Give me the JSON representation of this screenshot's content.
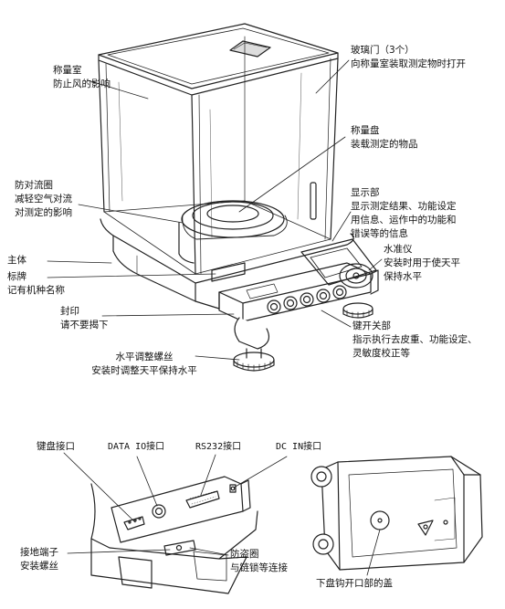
{
  "top_labels": {
    "weighing_chamber": [
      "称量室",
      "防止风的影响"
    ],
    "glass_door": [
      "玻璃门（3个）",
      "向称量室装取测定物时打开"
    ],
    "weighing_pan": [
      "称量盘",
      "装载测定的物品"
    ],
    "draft_ring": [
      "防对流圈",
      "减轻空气对流",
      "对测定的影响"
    ],
    "display": [
      "显示部",
      "显示测定结果、功能设定",
      "用信息、运作中的功能和",
      "错误等的信息"
    ],
    "main_body": [
      "主体"
    ],
    "level": [
      "水准仪",
      "安装时用于使天平",
      "保持水平"
    ],
    "nameplate": [
      "标牌",
      "记有机种名称"
    ],
    "seal": [
      "封印",
      "请不要揭下"
    ],
    "key_switch": [
      "键开关部",
      "指示执行去皮重、功能设定、",
      "灵敏度校正等"
    ],
    "leveling_screw": [
      "水平调整螺丝",
      "安装时调整天平保持水平"
    ]
  },
  "bottom_labels": {
    "keyboard_port": "键盘接口",
    "data_io": "DATA IO接口",
    "rs232": "RS232接口",
    "dc_in": "DC IN接口",
    "ground": [
      "接地端子",
      "安装螺丝"
    ],
    "antitheft": [
      "防盗圈",
      "与链锁等连接"
    ],
    "hook_cover": "下盘钩开口部的盖"
  }
}
